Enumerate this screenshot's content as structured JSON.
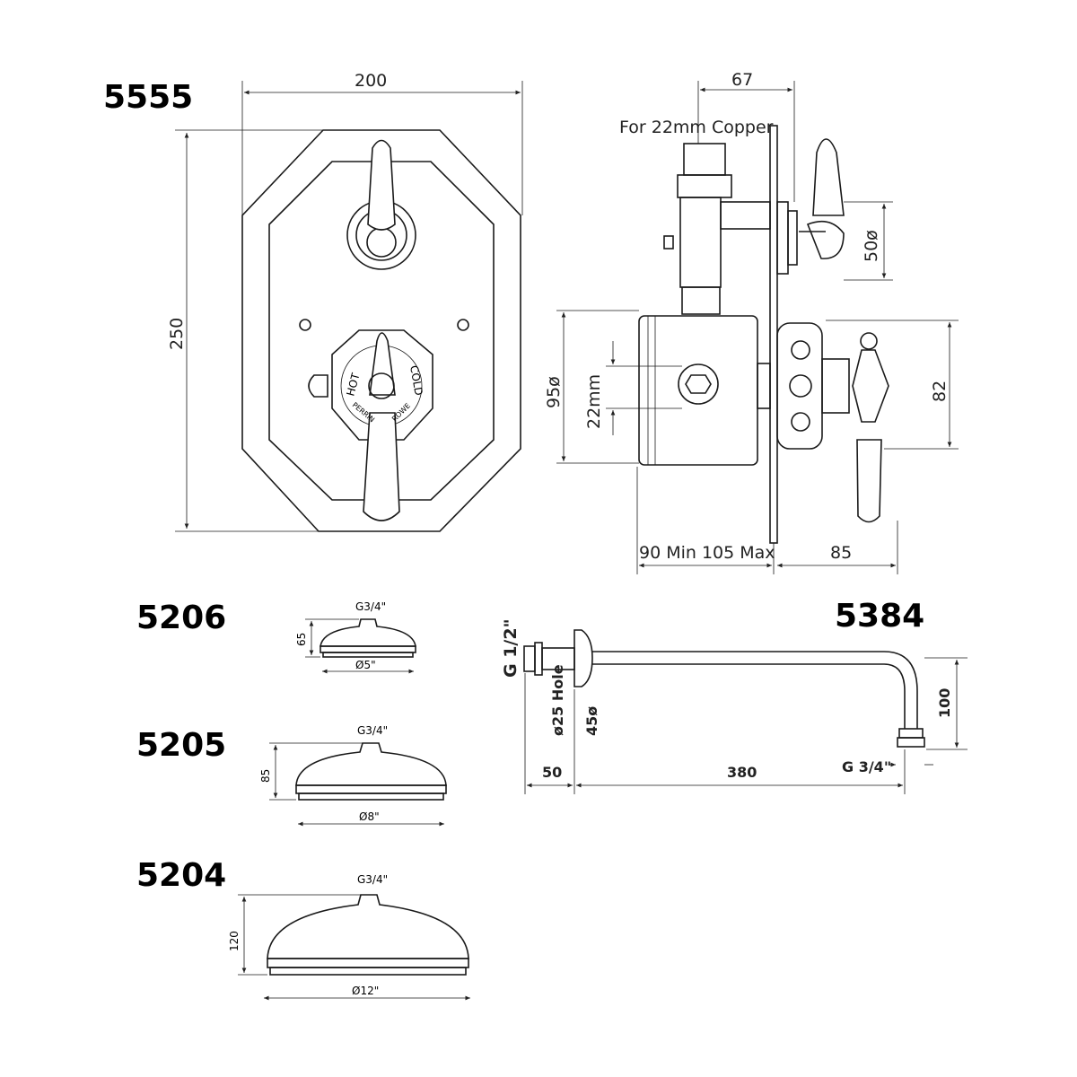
{
  "products": {
    "valve": {
      "code": "5555",
      "width": "200",
      "height": "250",
      "depth_handle": "67",
      "copper_note": "For 22mm Copper",
      "escutcheon_dia": "50ø",
      "body_dia": "95ø",
      "inlet": "22mm",
      "handle_height": "82",
      "wall_depth": "90 Min 105 Max",
      "handle_projection": "85",
      "dial_hot": "HOT",
      "dial_cold": "COLD",
      "dial_brand_left": "PERRIN",
      "dial_brand_right": "ROWE"
    },
    "head_small": {
      "code": "5206",
      "thread": "G3/4\"",
      "height": "65",
      "diameter": "Ø5\""
    },
    "head_medium": {
      "code": "5205",
      "thread": "G3/4\"",
      "height": "85",
      "diameter": "Ø8\""
    },
    "head_large": {
      "code": "5204",
      "thread": "G3/4\"",
      "height": "120",
      "diameter": "Ø12\""
    },
    "arm": {
      "code": "5384",
      "inlet_thread": "G 1/2\"",
      "hole": "ø25 Hole",
      "flange_dia": "45ø",
      "wall_length": "50",
      "length": "380",
      "drop": "100",
      "outlet_thread": "G 3/4\""
    }
  }
}
